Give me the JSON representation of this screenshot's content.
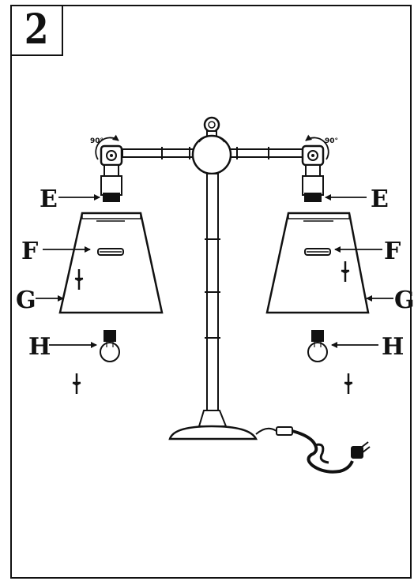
{
  "step_number": "2",
  "labels": {
    "e_left": "E",
    "e_right": "E",
    "f_left": "F",
    "f_right": "F",
    "g_left": "G",
    "g_right": "G",
    "h_left": "H",
    "h_right": "H"
  },
  "rotation": {
    "left": "90°",
    "right": "90°"
  }
}
